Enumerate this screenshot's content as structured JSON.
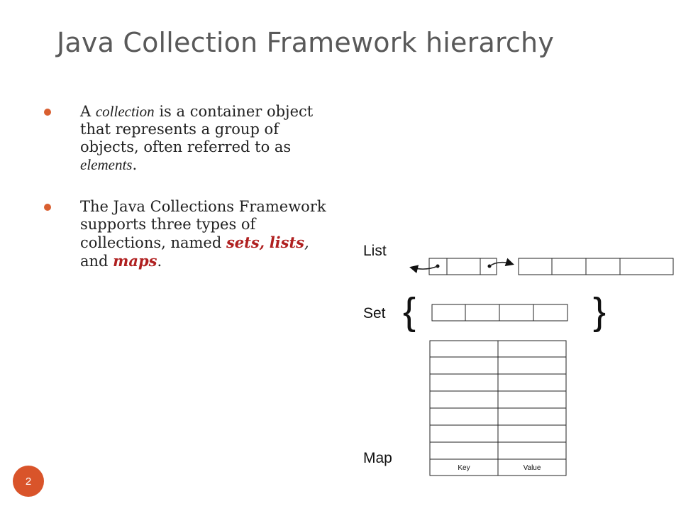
{
  "slide": {
    "title": "Java Collection Framework hierarchy",
    "page_number": "2"
  },
  "bullets": {
    "b1": {
      "p1": "A ",
      "p2": "collection",
      "p3": " is a container object that represents a group of objects, often referred to as ",
      "p4": "elements",
      "p5": "."
    },
    "b2": {
      "p1": "The Java Collections Framework supports three types of collections, named ",
      "sets": "sets,",
      "sp1": " ",
      "lists": "lists",
      "comma": ",",
      "and": " and ",
      "maps": "maps",
      "end": "."
    }
  },
  "diagram": {
    "list_label": "List",
    "set_label": "Set",
    "map_label": "Map",
    "map_key": "Key",
    "map_value": "Value",
    "left_brace": "{",
    "right_brace": "}"
  }
}
